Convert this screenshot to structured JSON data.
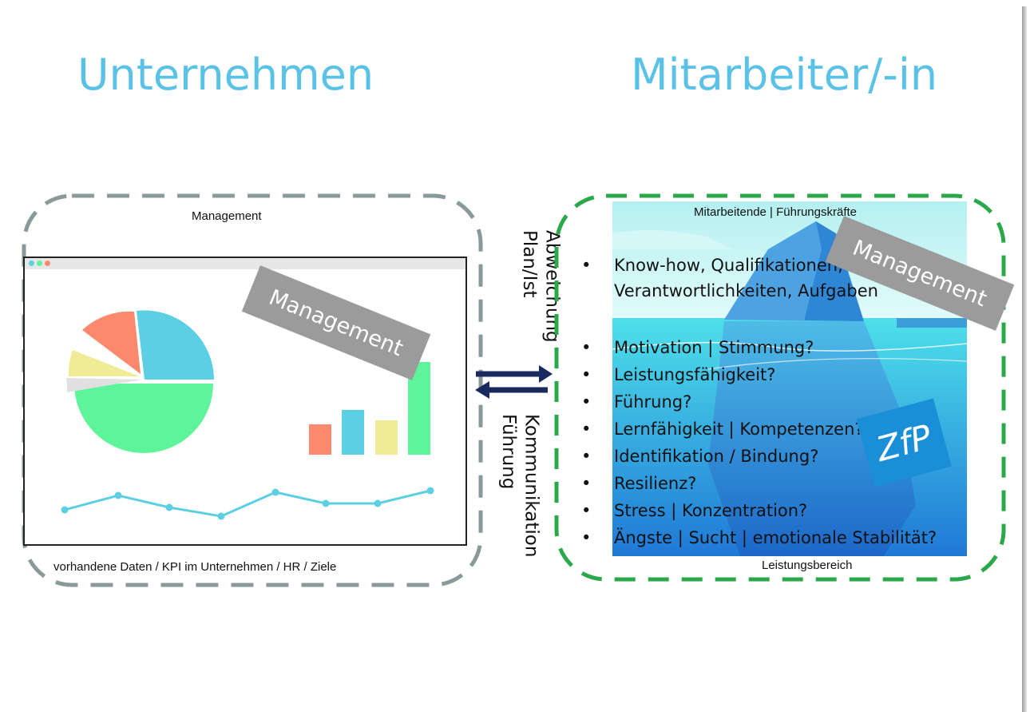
{
  "titles": {
    "left": "Unternehmen",
    "right": "Mitarbeiter/-in"
  },
  "left_panel": {
    "top_caption": "Management",
    "bottom_caption": "vorhandene Daten / KPI im Unternehmen /  HR / Ziele",
    "banner": "Management",
    "colors": {
      "pie": [
        "#5dcfe3",
        "#5ef59a",
        "#e0e0e0",
        "#f0ec96",
        "#fb8a6d"
      ],
      "bars": [
        "#fb8a6d",
        "#5dcfe3",
        "#f0ec96",
        "#5ef59a"
      ],
      "line": "#5dcfe3",
      "frame": "#8a9a9a"
    }
  },
  "middle": {
    "label_top_1": "Abweichung",
    "label_top_2": "Plan/Ist",
    "label_bottom_1": "Kommunikation",
    "label_bottom_2": "Führung",
    "arrow_color": "#1b2a5e"
  },
  "right_panel": {
    "top_caption": "Mitarbeitende | Führungskräfte",
    "bottom_caption": "Leistungsbereich",
    "banner": "Management",
    "badge": "ZfP",
    "bullet": "•",
    "above_water": [
      "Know-how, Qualifikationen,",
      "Verantwortlichkeiten, Aufgaben"
    ],
    "below_water": [
      "Motivation | Stimmung?",
      "Leistungsfähigkeit?",
      "Führung?",
      "Lernfähigkeit | Kompetenzen?",
      "Identifikation / Bindung?",
      "Resilienz?",
      "Stress | Konzentration?",
      "Ängste | Sucht | emotionale Stabilität?"
    ],
    "colors": {
      "frame": "#2aa84a",
      "sky": "#c9f4f4",
      "water_top": "#4ee0ea",
      "water_bottom": "#1f78d6",
      "badge": "#1a8fd8"
    }
  }
}
